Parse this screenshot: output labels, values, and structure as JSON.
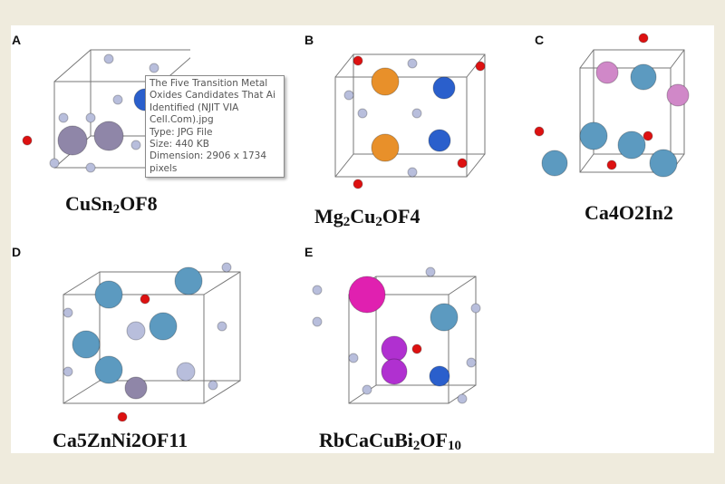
{
  "panels": [
    {
      "letter": "A",
      "formula": [
        "CuSn",
        "2",
        "OF",
        "8",
        ""
      ]
    },
    {
      "letter": "B",
      "formula": [
        "Mg",
        "2",
        "Cu",
        "2",
        "OF4"
      ]
    },
    {
      "letter": "C",
      "formula": [
        "Ca",
        "4",
        "O",
        "2",
        "In2"
      ]
    },
    {
      "letter": "D",
      "formula": [
        "Ca",
        "5",
        "ZnNi",
        "2",
        "OF11"
      ]
    },
    {
      "letter": "E",
      "formula": [
        "RbCaCuBi",
        "2",
        "OF",
        "10",
        ""
      ]
    }
  ],
  "tooltip": {
    "name": "The Five Transition Metal Oxides Candidates That Ai Identified (NJIT VIA Cell.Com).jpg",
    "type": "Type: JPG File",
    "size": "Size: 440 KB",
    "dimension": "Dimension: 2906 x 1734 pixels"
  },
  "colors": {
    "background": "#efebdd",
    "oxygen": "#dd1111",
    "fluorine": "#b8bedc",
    "cu": "#2a5fcc",
    "sn": "#8f86a8",
    "mg": "#e8902a",
    "ca": "#5c9ac0",
    "in": "#d088c8",
    "rb": "#e020b0",
    "bi": "#b030d0"
  }
}
